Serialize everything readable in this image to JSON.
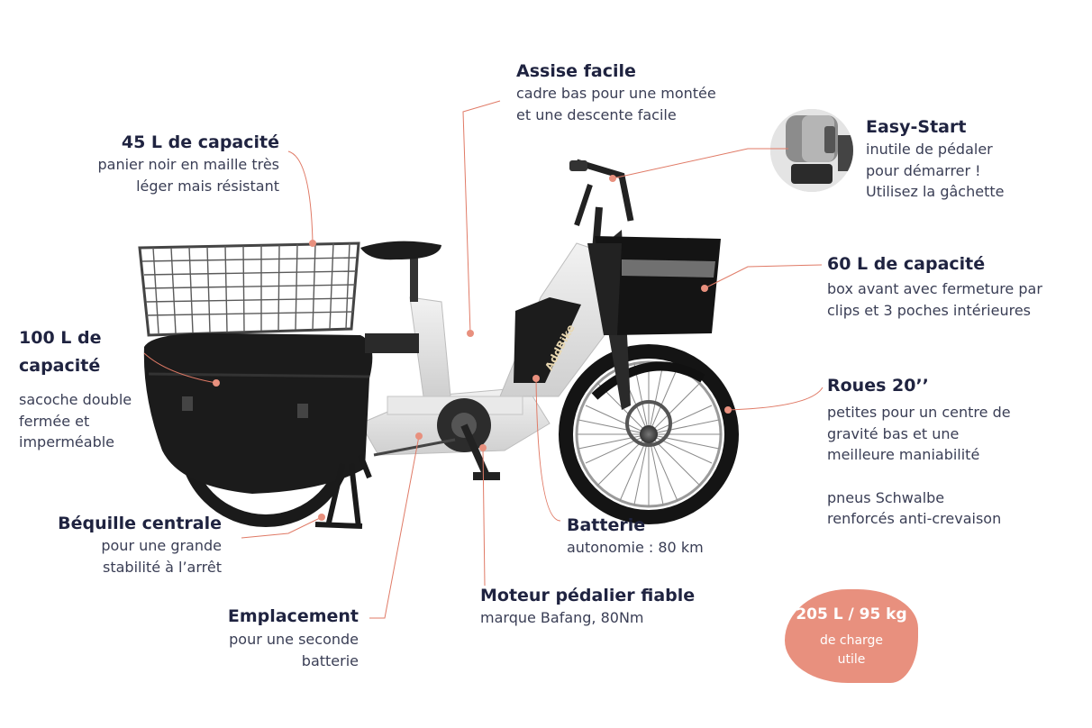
{
  "colors": {
    "accent": "#e8907e",
    "title": "#1f2340",
    "text": "#3a3e55",
    "leader": "#e07a66"
  },
  "annotations": {
    "assise": {
      "title": "Assise facile",
      "lines": [
        "cadre bas pour une montée",
        "et une descente facile"
      ]
    },
    "easy": {
      "title": "Easy-Start",
      "lines": [
        "inutile de pédaler",
        "pour démarrer !",
        "Utilisez la gâchette"
      ]
    },
    "panier": {
      "title": "45 L de capacité",
      "lines": [
        "panier noir en maille très",
        "léger mais résistant"
      ]
    },
    "box": {
      "title": "60 L de capacité",
      "lines": [
        "box avant avec fermeture par",
        "clips et 3 poches intérieures"
      ]
    },
    "sacoche": {
      "title": [
        "100 L de",
        "capacité"
      ],
      "lines": [
        "sacoche double",
        "fermée et",
        "imperméable"
      ]
    },
    "roues": {
      "title": "Roues 20’’",
      "lines": [
        "petites pour un centre de",
        "gravité bas et une",
        "meilleure maniabilité",
        "",
        "pneus Schwalbe",
        "renforcés anti-crevaison"
      ]
    },
    "batterie": {
      "title": "Batterie",
      "lines": [
        "autonomie : 80 km"
      ]
    },
    "bequille": {
      "title": "Béquille centrale",
      "lines": [
        "pour une grande",
        "stabilité à l’arrêt"
      ]
    },
    "moteur": {
      "title": "Moteur pédalier fiable",
      "lines": [
        "marque Bafang, 80Nm"
      ]
    },
    "emplacement": {
      "title": "Emplacement",
      "lines": [
        "pour une seconde",
        "batterie"
      ]
    }
  },
  "badge": {
    "value": "205 L / 95 kg",
    "label": "de charge\nutile"
  },
  "frame_brand": "AddBike"
}
